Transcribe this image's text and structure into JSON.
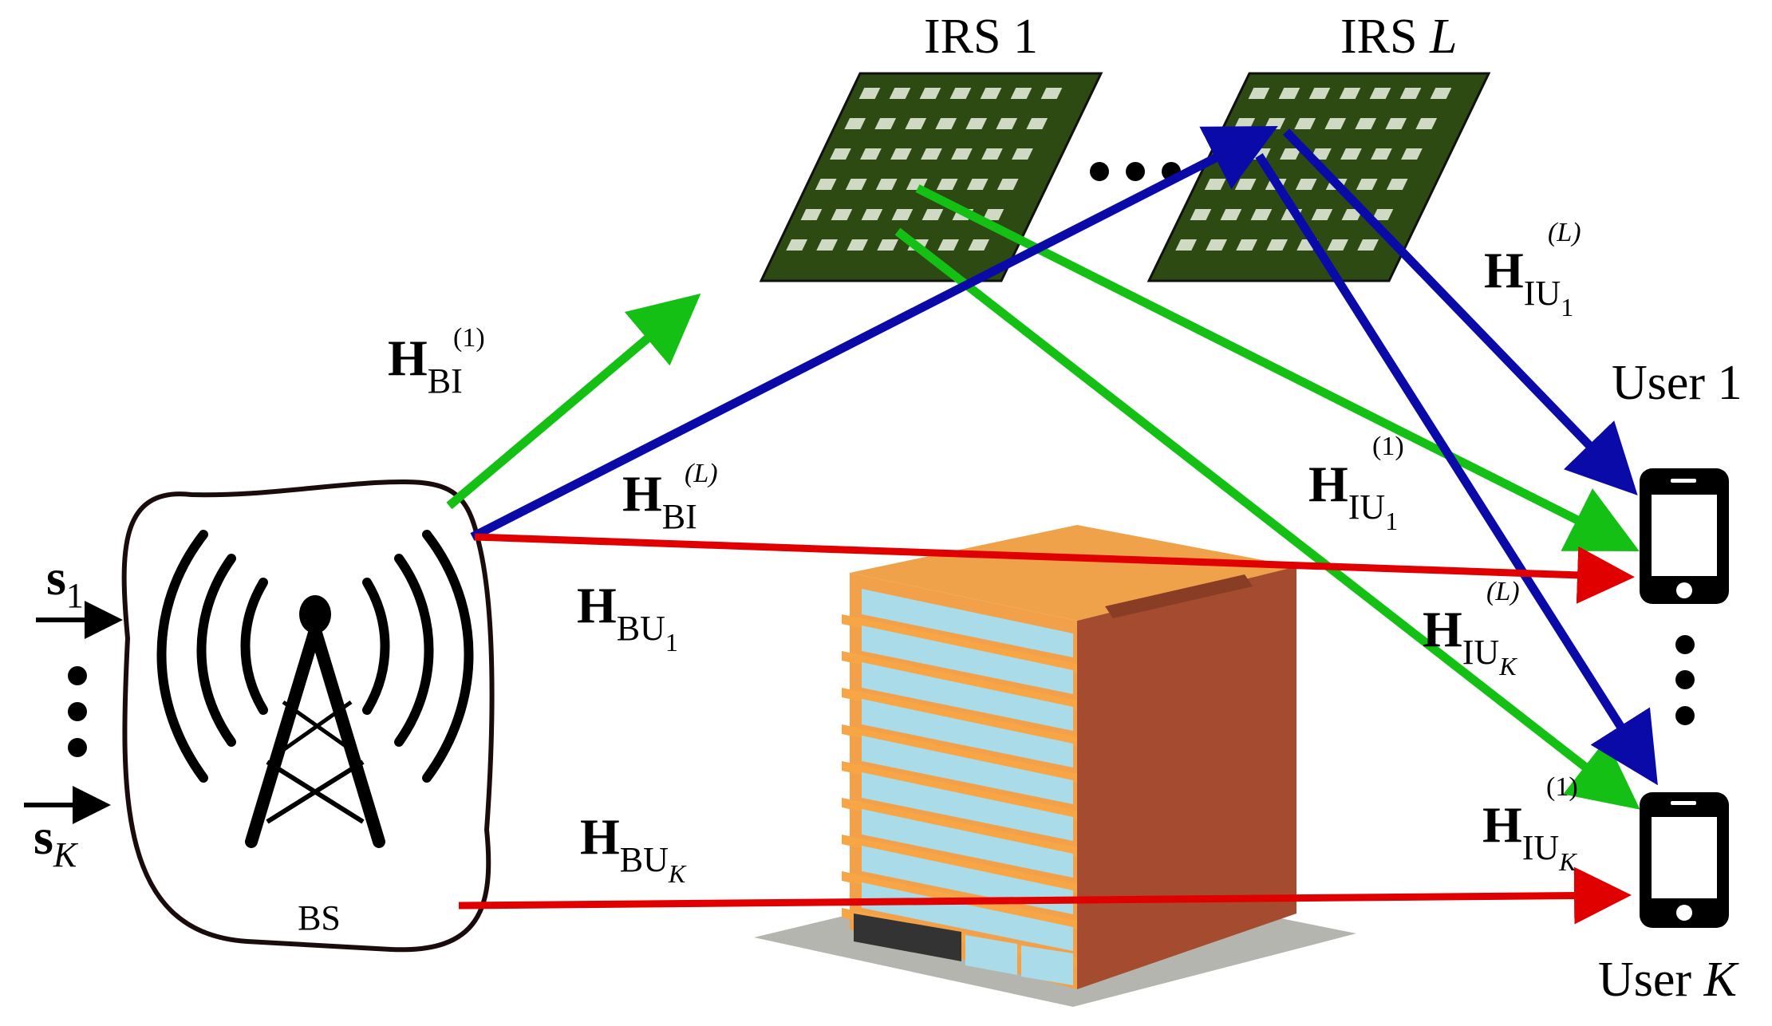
{
  "diagram": {
    "irs_labels": {
      "first": "IRS 1",
      "last_prefix": "IRS ",
      "last_var": "L"
    },
    "user_labels": {
      "first": "User 1",
      "last_prefix": "User ",
      "last_var": "K"
    },
    "bs_label": "BS",
    "inputs": {
      "s1_base": "s",
      "s1_sub": "1",
      "sK_base": "s",
      "sK_sub": "K"
    },
    "channels": {
      "bi_1": {
        "base": "H",
        "sub": "BI",
        "sup": "(1)"
      },
      "bi_L": {
        "base": "H",
        "sub": "BI",
        "sup": "(L)"
      },
      "bu_1": {
        "base": "H",
        "sub": "BU",
        "subsub": "1"
      },
      "bu_K": {
        "base": "H",
        "sub": "BU",
        "subsub": "K"
      },
      "iu1_L": {
        "base": "H",
        "sub": "IU",
        "subsub": "1",
        "sup": "(L)"
      },
      "iu1_1": {
        "base": "H",
        "sub": "IU",
        "subsub": "1",
        "sup": "(1)"
      },
      "iuK_L": {
        "base": "H",
        "sub": "IU",
        "subsub": "K",
        "sup": "(L)"
      },
      "iuK_1": {
        "base": "H",
        "sub": "IU",
        "subsub": "K",
        "sup": "(1)"
      }
    },
    "colors": {
      "irs_panel": "#2d4a12",
      "irs_element": "#cfd9c4",
      "green_link": "#15c015",
      "blue_link": "#0a0aa8",
      "red_link": "#e00000",
      "building_front": "#f2a04a",
      "building_side": "#a24a30",
      "building_glass": "#a9dbe9"
    }
  }
}
